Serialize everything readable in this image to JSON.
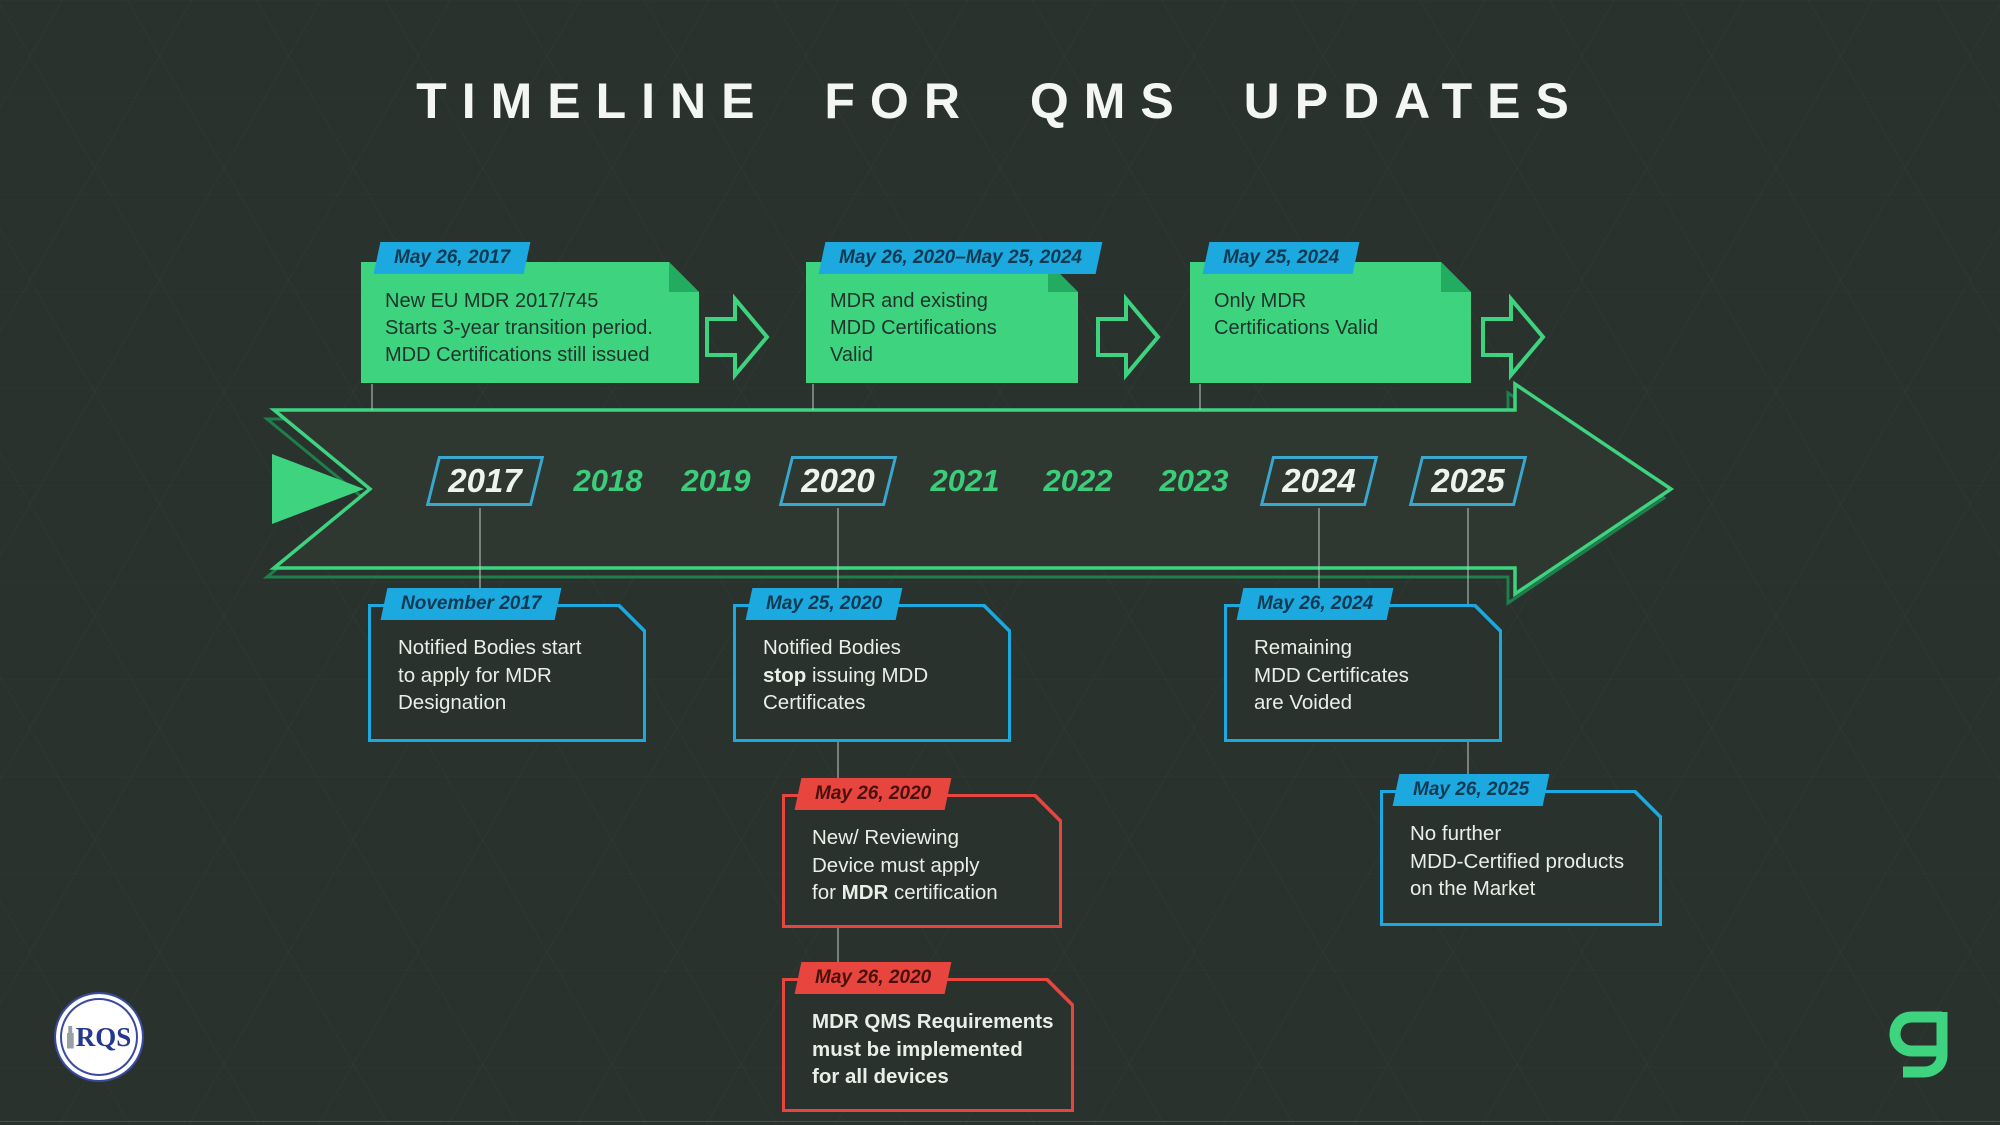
{
  "title": "TIMELINE FOR QMS UPDATES",
  "colors": {
    "background": "#2a322d",
    "green": "#3ed37f",
    "blue": "#1ca9e0",
    "red": "#e8453f",
    "year_outline": "#3aa7cf"
  },
  "top_events": [
    {
      "date": "May 26, 2017",
      "lines": [
        "New EU MDR 2017/745",
        "Starts 3-year transition period.",
        "MDD Certifications still issued"
      ]
    },
    {
      "date": "May 26, 2020–May 25, 2024",
      "lines": [
        "MDR and existing",
        "MDD Certifications",
        "Valid"
      ]
    },
    {
      "date": "May 25, 2024",
      "lines": [
        "Only MDR",
        "Certifications Valid"
      ]
    }
  ],
  "years": [
    {
      "label": "2017",
      "highlighted": true
    },
    {
      "label": "2018",
      "highlighted": false
    },
    {
      "label": "2019",
      "highlighted": false
    },
    {
      "label": "2020",
      "highlighted": true
    },
    {
      "label": "2021",
      "highlighted": false
    },
    {
      "label": "2022",
      "highlighted": false
    },
    {
      "label": "2023",
      "highlighted": false
    },
    {
      "label": "2024",
      "highlighted": true
    },
    {
      "label": "2025",
      "highlighted": true
    }
  ],
  "bottom_events": [
    {
      "date": "November 2017",
      "accent": "blue",
      "lines": [
        "Notified Bodies start",
        "to apply for MDR",
        "Designation"
      ]
    },
    {
      "date": "May 25, 2020",
      "accent": "blue",
      "lines": [
        "Notified Bodies",
        "**stop** issuing MDD",
        "Certificates"
      ]
    },
    {
      "date": "May 26, 2024",
      "accent": "blue",
      "lines": [
        "Remaining",
        "MDD Certificates",
        "are Voided"
      ]
    },
    {
      "date": "May 26, 2020",
      "accent": "red",
      "lines": [
        "New/ Reviewing",
        "Device must apply",
        "for **MDR** certification"
      ]
    },
    {
      "date": "May 26, 2020",
      "accent": "red",
      "lines": [
        "**MDR QMS Requirements**",
        "**must be implemented**",
        "**for all devices**"
      ]
    },
    {
      "date": "May 26, 2025",
      "accent": "blue",
      "lines": [
        "No further",
        "MDD-Certified products",
        "on the Market"
      ]
    }
  ],
  "logos": {
    "left_text": "RQS"
  }
}
